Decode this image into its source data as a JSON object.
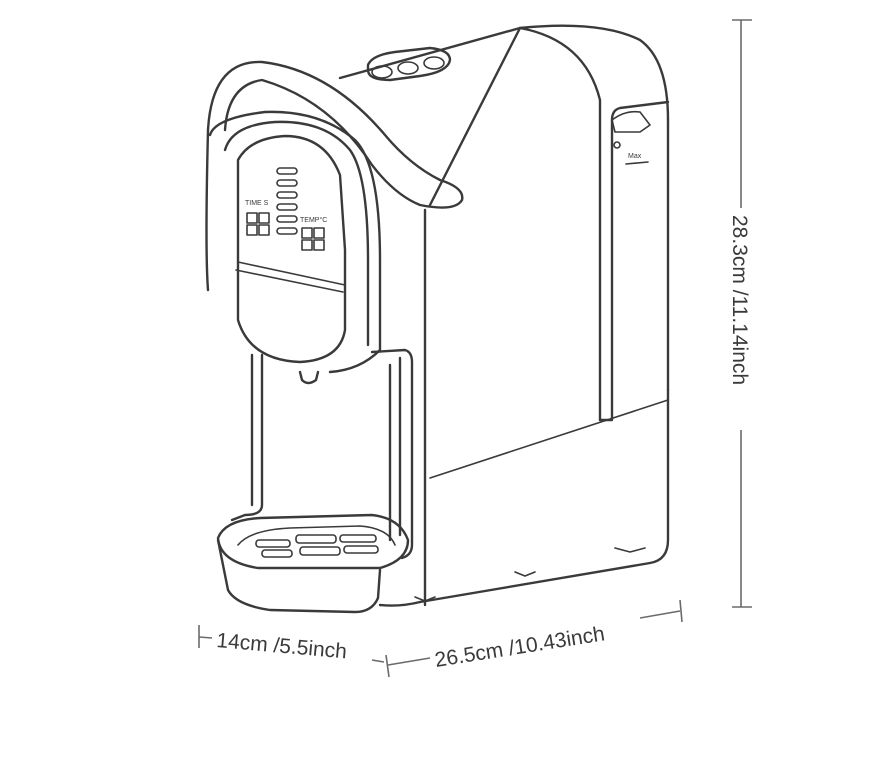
{
  "dimensions": {
    "height": "28.3cm /11.14inch",
    "depth": "26.5cm /10.43inch",
    "width": "14cm /5.5inch"
  },
  "panel": {
    "time_label": "TIME S",
    "temp_label": "TEMP°C",
    "max_label": "Max"
  },
  "colors": {
    "line": "#3a3a3a",
    "dimension": "#6b6b6b",
    "background": "#ffffff"
  }
}
